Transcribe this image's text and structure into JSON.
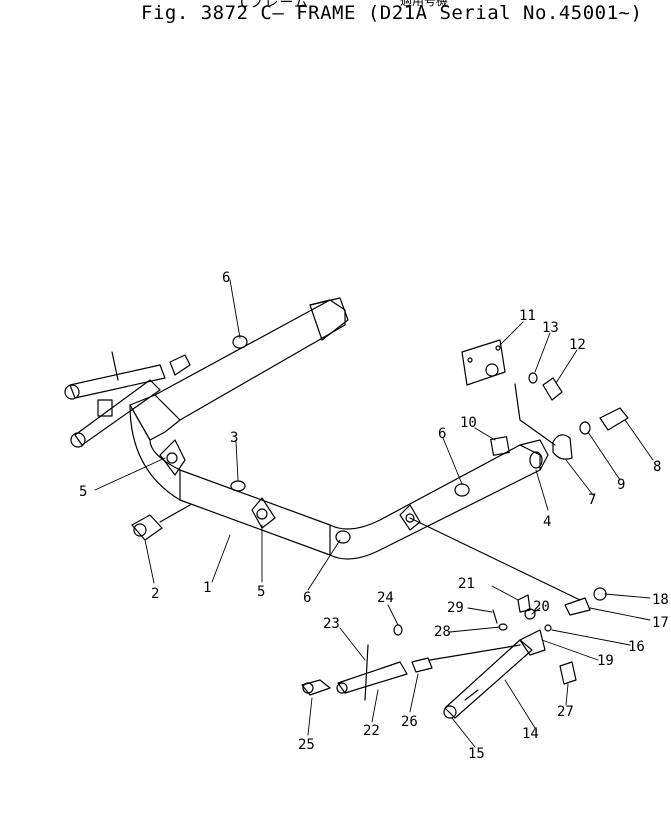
{
  "header": {
    "subtitle_jp": "Cフレーム",
    "subtitle_jp2": "適用号機",
    "title": "Fig. 3872   C– FRAME (D21A Serial No.45001~)"
  },
  "callouts": [
    "1",
    "2",
    "3",
    "4",
    "5",
    "5",
    "6",
    "6",
    "6",
    "7",
    "8",
    "9",
    "10",
    "11",
    "12",
    "13",
    "14",
    "15",
    "16",
    "17",
    "18",
    "19",
    "20",
    "21",
    "22",
    "23",
    "24",
    "25",
    "26",
    "27",
    "28",
    "29"
  ]
}
